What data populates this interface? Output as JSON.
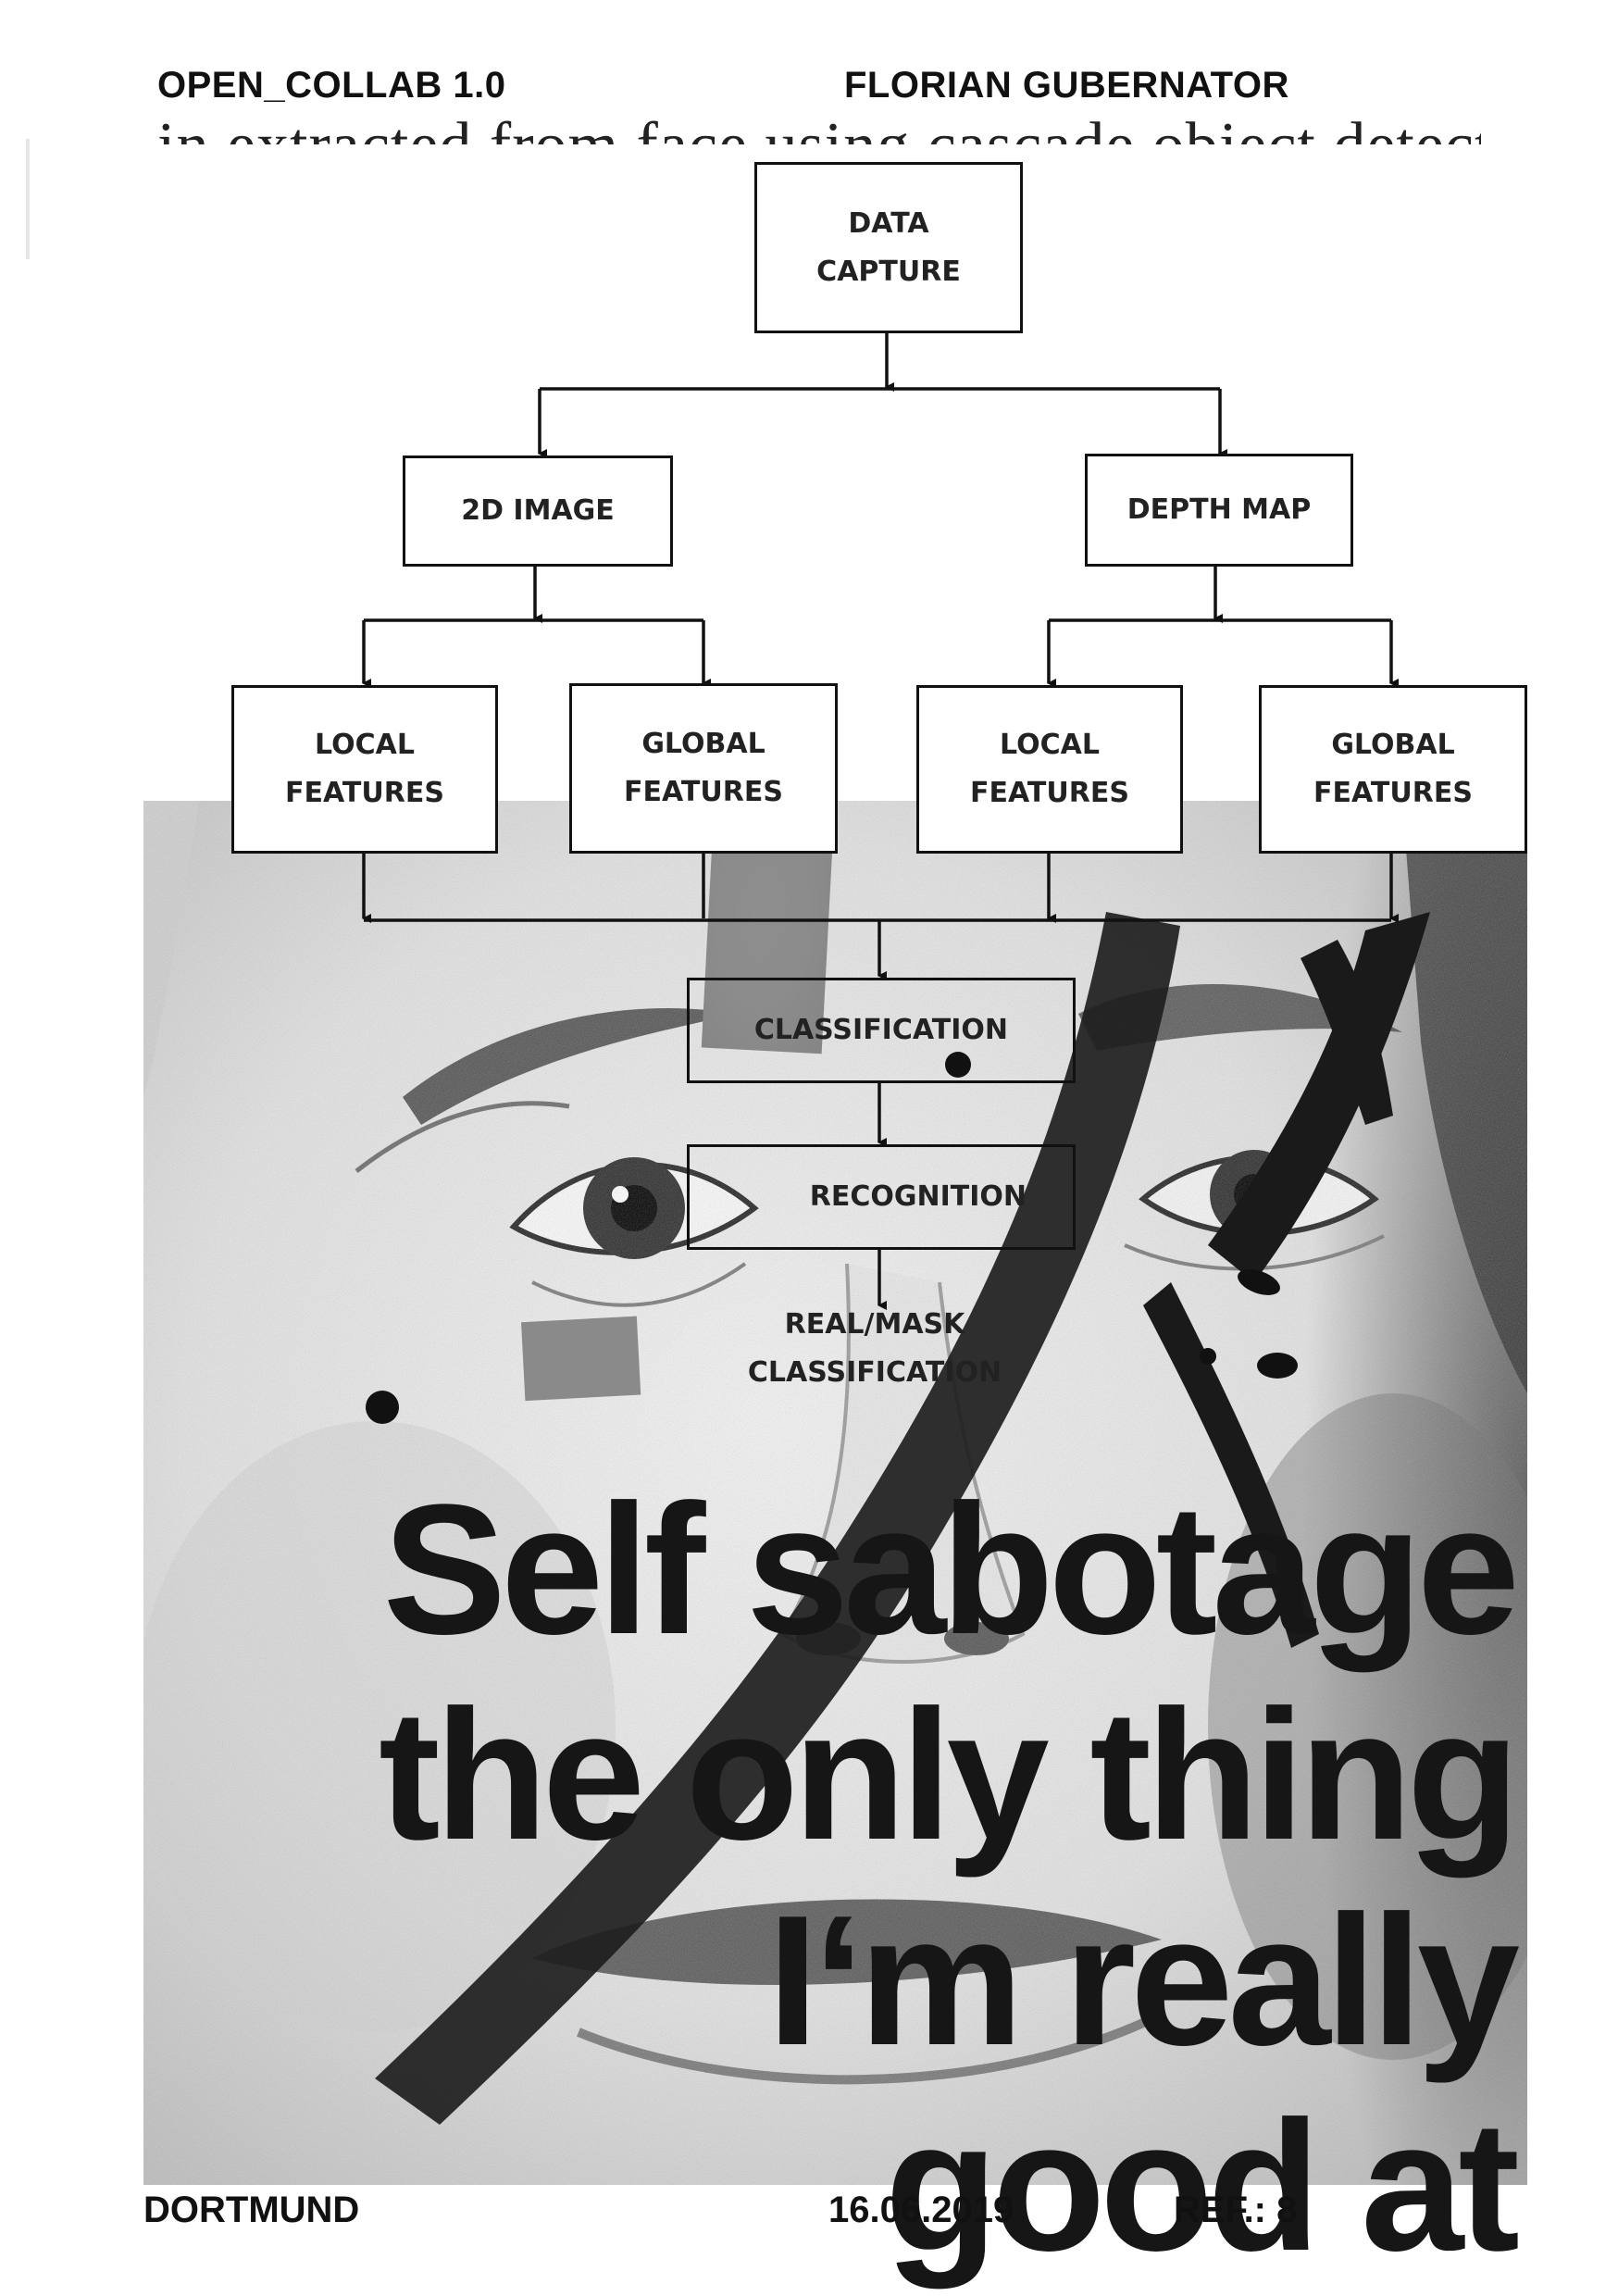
{
  "header": {
    "left": "OPEN_COLLAB 1.0",
    "right": "FLORIAN GUBERNATOR",
    "cut_line": "in extracted from face using cascade object detector."
  },
  "flowchart": {
    "data_capture": [
      "DATA",
      "CAPTURE"
    ],
    "image_2d": "2D IMAGE",
    "depth_map": "DEPTH MAP",
    "local_1": [
      "LOCAL",
      "FEATURES"
    ],
    "global_1": [
      "GLOBAL",
      "FEATURES"
    ],
    "local_2": [
      "LOCAL",
      "FEATURES"
    ],
    "global_2": [
      "GLOBAL",
      "FEATURES"
    ],
    "classification": "CLASSIFICATION",
    "recognition": "RECOGNITION",
    "real_mask": [
      "REAL/MASK",
      "CLASSIFICATION"
    ]
  },
  "slogan": {
    "line1": "Self sabotage",
    "line2": "the only thing",
    "line3": "I‘m really",
    "line4": "good at"
  },
  "footer": {
    "city": "DORTMUND",
    "date": "16.06.2019",
    "ref": "REF.: 8"
  },
  "colors": {
    "ink": "#111111",
    "paper": "#ffffff",
    "photo_gray": "#9a9a9a"
  }
}
